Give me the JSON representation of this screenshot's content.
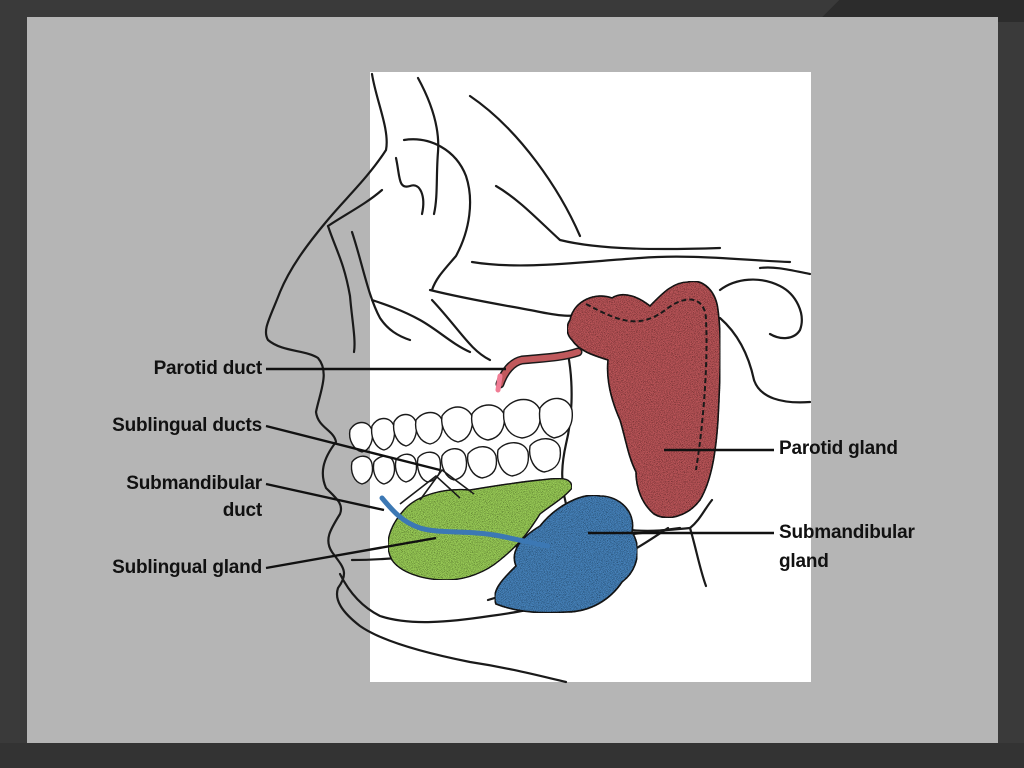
{
  "labels": {
    "parotid_duct": "Parotid duct",
    "sublingual_ducts": "Sublingual ducts",
    "submandibular_duct_line1": "Submandibular",
    "submandibular_duct_line2": "duct",
    "sublingual_gland": "Sublingual gland",
    "parotid_gland": "Parotid gland",
    "submandibular_gland_line1": "Submandibular",
    "submandibular_gland_line2": "gland"
  },
  "colors": {
    "frame": "#3a3a3a",
    "slide_background": "#b5b5b5",
    "figure_background": "#ffffff",
    "parotid_gland": "#c0595c",
    "sublingual_gland": "#9ed25a",
    "submandibular_gland": "#4a86c0",
    "outline": "#1a1a1a"
  }
}
